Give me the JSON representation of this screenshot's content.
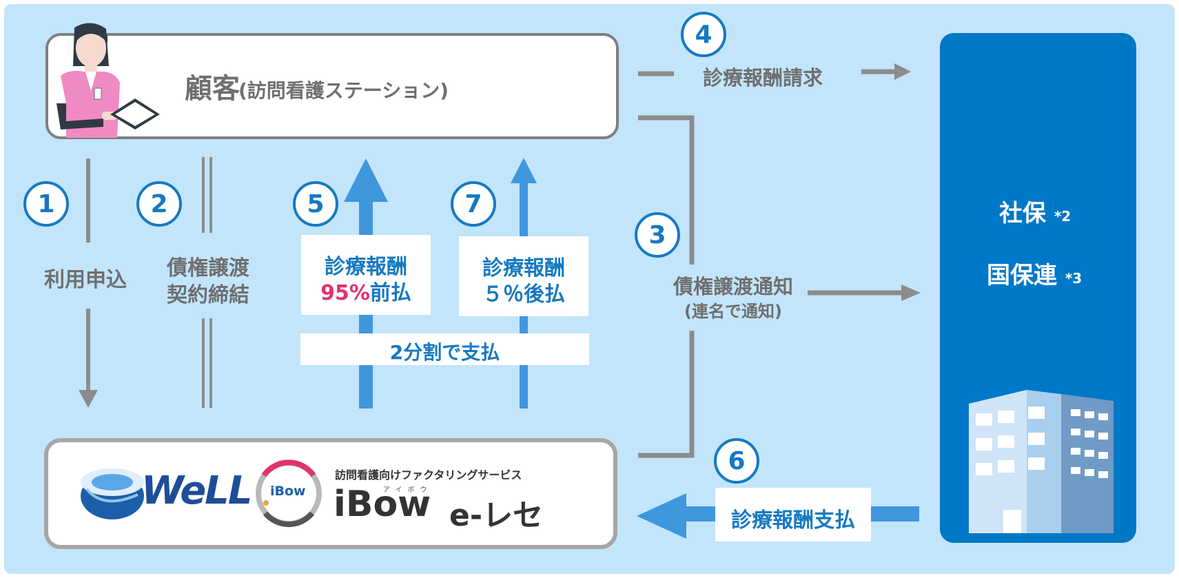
{
  "customer": {
    "title": "顧客",
    "subtitle": "(訪問看護ステーション)"
  },
  "steps": [
    {
      "number": "1",
      "label": [
        "利用申込"
      ]
    },
    {
      "number": "2",
      "label": [
        "債権譲渡",
        "契約締結"
      ]
    },
    {
      "number": "3",
      "label": [
        "債権譲渡通知",
        "(連名で通知)"
      ]
    },
    {
      "number": "4",
      "label": [
        "診療報酬請求"
      ]
    },
    {
      "number": "5",
      "label_line1": "診療報酬",
      "label_highlight": "95%",
      "label_rest": "前払"
    },
    {
      "number": "6",
      "label": [
        "診療報酬支払"
      ]
    },
    {
      "number": "7",
      "label": [
        "診療報酬",
        "５％後払"
      ]
    }
  ],
  "split_payment": "2分割で支払",
  "payers": {
    "shaho": "社保",
    "shaho_note": "*2",
    "kokuho": "国保連",
    "kokuho_note": "*3"
  },
  "provider": {
    "ewell_logo_text": "WeLL",
    "ibow_tagline": "訪問看護向けファクタリングサービス",
    "ibow_badge_text": "iBow",
    "ibow_reading": "アイボウ",
    "ibow_name": "iBow",
    "ibow_suffix": "e-レセ"
  },
  "colors": {
    "background": "#c2e5fb",
    "accent_blue": "#1679c2",
    "arrow_blue": "#3f97dc",
    "arrow_gray": "#8c8c8c",
    "highlight_pink": "#e0336e",
    "payer_blue": "#0078c8"
  }
}
